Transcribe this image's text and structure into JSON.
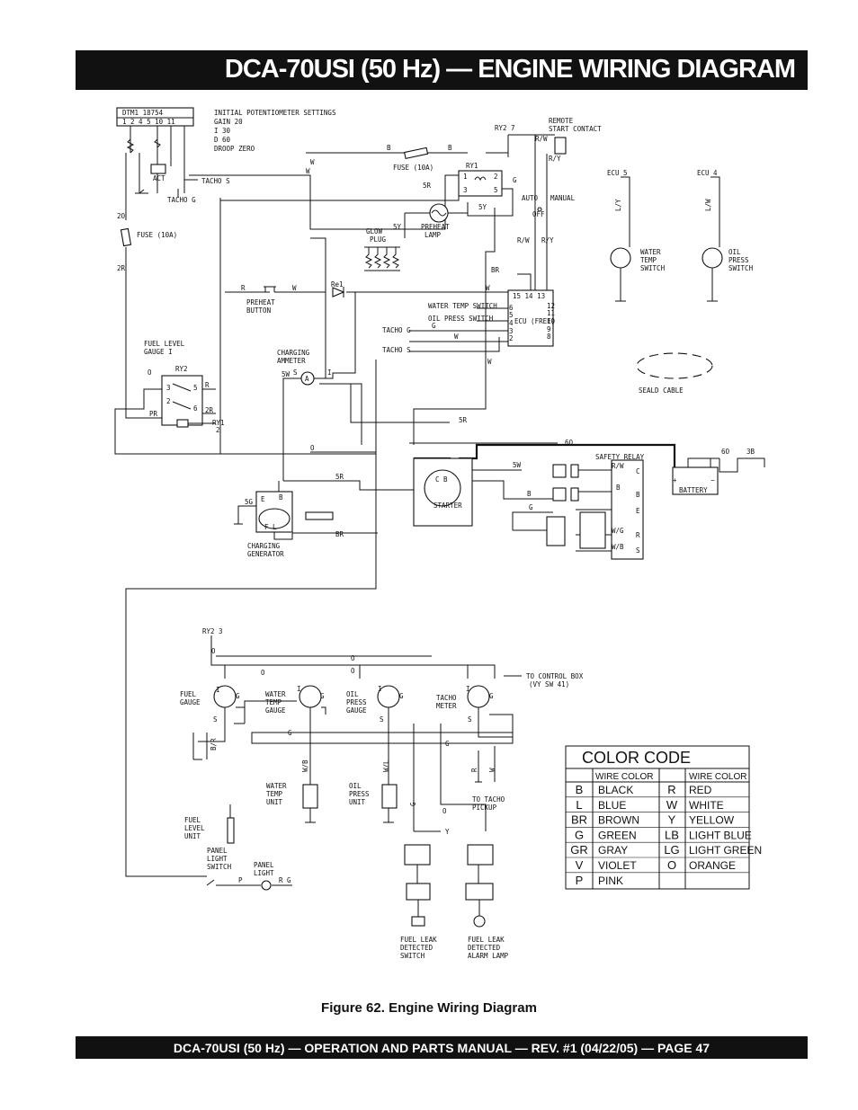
{
  "header": {
    "title": "DCA-70USI (50 Hz) — ENGINE WIRING DIAGRAM"
  },
  "diagram": {
    "labels": {
      "dtm": "DTM1 18754",
      "settings_title": "INITIAL POTENTIOMETER SETTINGS",
      "gain": "GAIN  20",
      "i": "I     30",
      "d": "D     60",
      "droop": "DROOP ZERO",
      "act": "ACT",
      "tacho_s": "TACHO  S",
      "tacho_g": "TACHO  G",
      "fuse_left": "FUSE (10A)",
      "fuse_top": "FUSE (10A)",
      "ry1": "RY1",
      "ry2_7": "RY2  7",
      "remote": "REMOTE",
      "start_contact": "START CONTACT",
      "auto": "AUTO",
      "off": "OFF",
      "manual": "MANUAL",
      "glow": "GLOW",
      "plug": "PLUG",
      "preheat_lamp_1": "PREHEAT",
      "preheat_lamp_2": "LAMP",
      "preheat_button_1": "PREHEAT",
      "preheat_button_2": "BUTTON",
      "rel": "Re1",
      "ecu_5": "ECU  5",
      "ecu_4": "ECU  4",
      "water_temp_switch_1": "WATER",
      "water_temp_switch_2": "TEMP",
      "water_temp_switch_3": "SWITCH",
      "oil_press_switch_1": "OIL",
      "oil_press_switch_2": "PRESS",
      "oil_press_switch_3": "SWITCH",
      "seald_cable": "SEALD CABLE",
      "fuel_level_1": "FUEL LEVEL",
      "fuel_level_2": "GAUGE  I",
      "ry2": "RY2",
      "charging_ammeter_1": "CHARGING",
      "charging_ammeter_2": "AMMETER",
      "ecu_box": "ECU (FREE)",
      "wt_switch_small": "WATER TEMP SWITCH",
      "op_switch_small": "OIL PRESS SWITCH",
      "tacho_g2": "TACHO  G",
      "tacho_s2": "TACHO  S",
      "safety_relay": "SAFETY RELAY",
      "battery": "BATTERY",
      "starter": "STARTER",
      "charging_generator_1": "CHARGING",
      "charging_generator_2": "GENERATOR",
      "ry2_3": "RY2  3",
      "fuel_gauge_1": "FUEL",
      "fuel_gauge_2": "GAUGE",
      "water_temp_gauge_1": "WATER",
      "water_temp_gauge_2": "TEMP",
      "water_temp_gauge_3": "GAUGE",
      "oil_press_gauge_1": "OIL",
      "oil_press_gauge_2": "PRESS",
      "oil_press_gauge_3": "GAUGE",
      "tacho_meter_1": "TACHO",
      "tacho_meter_2": "METER",
      "to_control_box": "TO CONTROL BOX",
      "vy_sw": "(VY SW 41)",
      "water_temp_unit_1": "WATER",
      "water_temp_unit_2": "TEMP",
      "water_temp_unit_3": "UNIT",
      "oil_press_unit_1": "OIL",
      "oil_press_unit_2": "PRESS",
      "oil_press_unit_3": "UNIT",
      "to_tacho_1": "TO TACHO",
      "to_tacho_2": "PICKUP",
      "fuel_level_unit_1": "FUEL",
      "fuel_level_unit_2": "LEVEL",
      "fuel_level_unit_3": "UNIT",
      "panel_light_switch_1": "PANEL",
      "panel_light_switch_2": "LIGHT",
      "panel_light_switch_3": "SWITCH",
      "panel_light_1": "PANEL",
      "panel_light_2": "LIGHT",
      "fuel_leak_switch_1": "FUEL LEAK",
      "fuel_leak_switch_2": "DETECTED",
      "fuel_leak_switch_3": "SWITCH",
      "fuel_leak_lamp_1": "FUEL LEAK",
      "fuel_leak_lamp_2": "DETECTED",
      "fuel_leak_lamp_3": "ALARM LAMP"
    },
    "color_code": {
      "title": "COLOR CODE",
      "subheader": "WIRE COLOR",
      "left": [
        {
          "code": "B",
          "name": "BLACK"
        },
        {
          "code": "L",
          "name": "BLUE"
        },
        {
          "code": "BR",
          "name": "BROWN"
        },
        {
          "code": "G",
          "name": "GREEN"
        },
        {
          "code": "GR",
          "name": "GRAY"
        },
        {
          "code": "V",
          "name": "VIOLET"
        },
        {
          "code": "P",
          "name": "PINK"
        }
      ],
      "right": [
        {
          "code": "R",
          "name": "RED"
        },
        {
          "code": "W",
          "name": "WHITE"
        },
        {
          "code": "Y",
          "name": "YELLOW"
        },
        {
          "code": "LB",
          "name": "LIGHT BLUE"
        },
        {
          "code": "LG",
          "name": "LIGHT GREEN"
        },
        {
          "code": "O",
          "name": "ORANGE"
        }
      ]
    }
  },
  "caption": "Figure 62. Engine Wiring Diagram",
  "footer": {
    "text": "DCA-70USI (50 Hz) — OPERATION AND PARTS MANUAL — REV. #1  (04/22/05) — PAGE 47"
  }
}
